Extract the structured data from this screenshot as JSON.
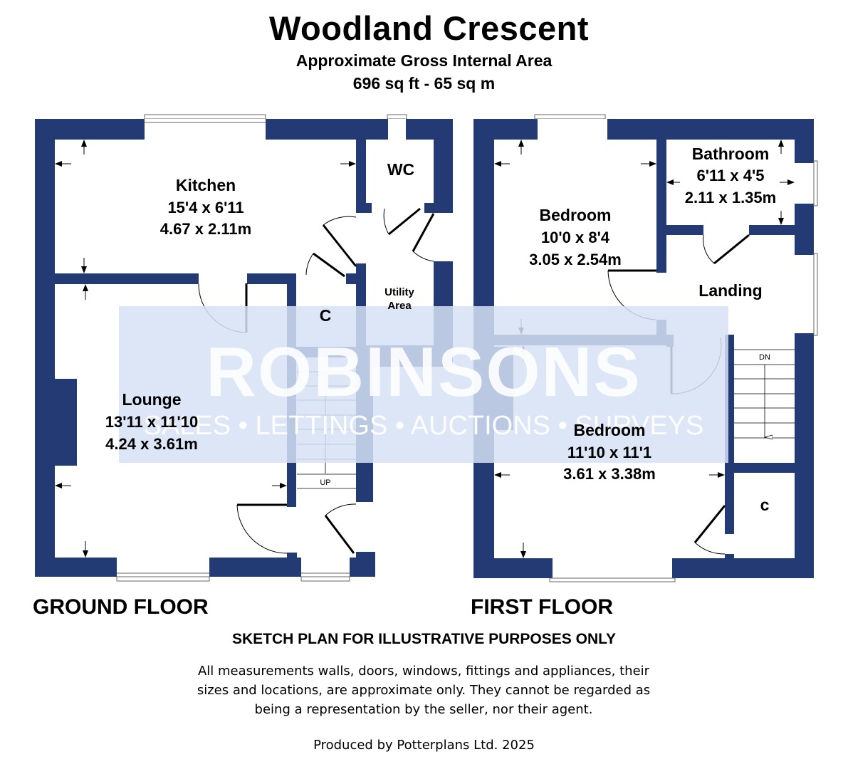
{
  "header": {
    "title": "Woodland Crescent",
    "subtitle": "Approximate Gross Internal Area",
    "area": "696 sq ft - 65 sq m"
  },
  "colors": {
    "wall": "#233a74",
    "watermark_band": "#d6e2f5",
    "watermark_text": "#ffffff"
  },
  "watermark": {
    "brand": "ROBINSONS",
    "tagline": "SALES • LETTINGS • AUCTIONS • SURVEYS"
  },
  "ground_floor": {
    "label": "GROUND FLOOR",
    "rooms": {
      "kitchen": {
        "name": "Kitchen",
        "dim_imperial": "15'4 x 6'11",
        "dim_metric": "4.67 x 2.11m"
      },
      "wc": {
        "name": "WC"
      },
      "utility": {
        "name_line1": "Utility",
        "name_line2": "Area"
      },
      "cupboard": {
        "name": "C"
      },
      "lounge": {
        "name": "Lounge",
        "dim_imperial": "13'11 x 11'10",
        "dim_metric": "4.24 x 3.61m"
      }
    },
    "stairs_label": "UP"
  },
  "first_floor": {
    "label": "FIRST FLOOR",
    "rooms": {
      "bedroom1": {
        "name": "Bedroom",
        "dim_imperial": "10'0 x 8'4",
        "dim_metric": "3.05 x 2.54m"
      },
      "bathroom": {
        "name": "Bathroom",
        "dim_imperial": "6'11 x 4'5",
        "dim_metric": "2.11 x 1.35m"
      },
      "landing": {
        "name": "Landing"
      },
      "bedroom2": {
        "name": "Bedroom",
        "dim_imperial": "11'10 x 11'1",
        "dim_metric": "3.61 x 3.38m"
      },
      "cupboard": {
        "name": "c"
      }
    },
    "stairs_label": "DN"
  },
  "footer": {
    "sketch_notice": "SKETCH PLAN FOR ILLUSTRATIVE PURPOSES ONLY",
    "disclaimer_line1": "All measurements walls, doors, windows, fittings and appliances, their",
    "disclaimer_line2": "sizes and locations, are approximate only. They cannot be regarded as",
    "disclaimer_line3": "being a representation by the seller, nor their agent.",
    "produced_by": "Produced by Potterplans Ltd. 2025"
  }
}
